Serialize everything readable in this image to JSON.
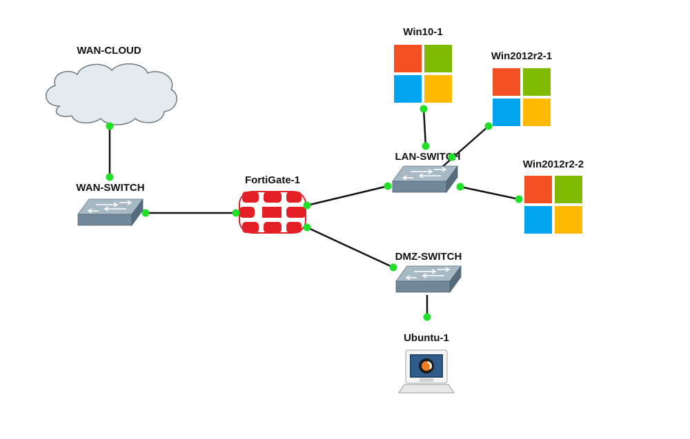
{
  "diagram": {
    "colors": {
      "link": "#111111",
      "port": "#22e02a",
      "cloud_fill": "#e4eaee",
      "cloud_stroke": "#6d7a82",
      "switch_top": "#a8b9c6",
      "switch_front": "#71879a",
      "switch_side": "#566b7c",
      "fortigate_red": "#e31e24",
      "windows_red": "#f25022",
      "windows_green": "#7fba00",
      "windows_blue": "#00a4ef",
      "windows_yellow": "#ffb900"
    },
    "nodes": [
      {
        "id": "wan-cloud",
        "label": "WAN-CLOUD",
        "kind": "cloud",
        "icon": "cloud-icon"
      },
      {
        "id": "wan-switch",
        "label": "WAN-SWITCH",
        "kind": "switch",
        "icon": "switch-icon"
      },
      {
        "id": "fortigate-1",
        "label": "FortiGate-1",
        "kind": "firewall",
        "icon": "fortigate-icon"
      },
      {
        "id": "lan-switch",
        "label": "LAN-SWITCH",
        "kind": "switch",
        "icon": "switch-icon"
      },
      {
        "id": "dmz-switch",
        "label": "DMZ-SWITCH",
        "kind": "switch",
        "icon": "switch-icon"
      },
      {
        "id": "win10-1",
        "label": "Win10-1",
        "kind": "windows",
        "icon": "windows-logo-icon"
      },
      {
        "id": "win2012r2-1",
        "label": "Win2012r2-1",
        "kind": "windows",
        "icon": "windows-logo-icon"
      },
      {
        "id": "win2012r2-2",
        "label": "Win2012r2-2",
        "kind": "windows",
        "icon": "windows-logo-icon"
      },
      {
        "id": "ubuntu-1",
        "label": "Ubuntu-1",
        "kind": "host",
        "icon": "qemu-monitor-icon"
      }
    ],
    "links": [
      {
        "from": "wan-cloud",
        "to": "wan-switch"
      },
      {
        "from": "wan-switch",
        "to": "fortigate-1"
      },
      {
        "from": "fortigate-1",
        "to": "lan-switch"
      },
      {
        "from": "fortigate-1",
        "to": "dmz-switch"
      },
      {
        "from": "lan-switch",
        "to": "win10-1"
      },
      {
        "from": "lan-switch",
        "to": "win2012r2-1"
      },
      {
        "from": "lan-switch",
        "to": "win2012r2-2"
      },
      {
        "from": "dmz-switch",
        "to": "ubuntu-1"
      }
    ]
  }
}
